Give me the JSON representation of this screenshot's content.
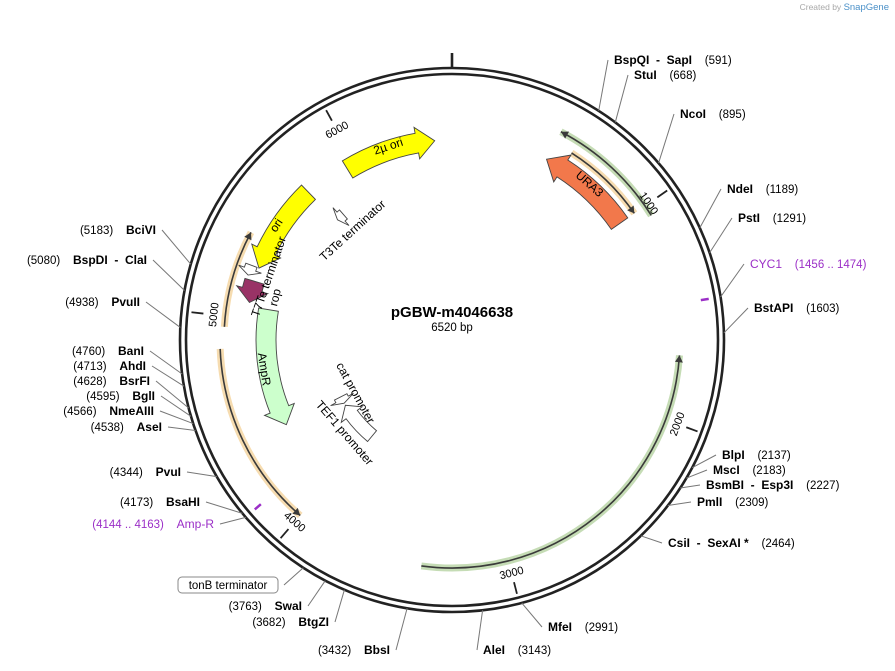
{
  "credit": {
    "prefix": "Created by",
    "brand": "SnapGene"
  },
  "plasmid": {
    "name": "pGBW-m4046638",
    "length": "6520 bp",
    "total_bp": 6520
  },
  "ticks": [
    1000,
    2000,
    3000,
    4000,
    5000,
    6000
  ],
  "features": [
    {
      "name": "URA3",
      "start": 500,
      "end": 1000,
      "direction": "ccw",
      "style": "arrow",
      "color": "#f2784b"
    },
    {
      "name": "2µ ori",
      "start": 5950,
      "end": 6430,
      "direction": "cw",
      "style": "arrow",
      "color": "#ffff00"
    },
    {
      "name": "ori",
      "start": 5260,
      "end": 5720,
      "direction": "ccw",
      "style": "arrow",
      "color": "#ffff00"
    },
    {
      "name": "rop",
      "start": 5080,
      "end": 5190,
      "direction": "ccw",
      "style": "arrow",
      "color": "#993366"
    },
    {
      "name": "AmpR",
      "start": 4400,
      "end": 5060,
      "direction": "ccw",
      "style": "arrow",
      "color": "#ccffcc"
    },
    {
      "name": "cat promoter",
      "start": 4340,
      "end": 4400,
      "direction": "ccw",
      "style": "arrow",
      "color": "#ffffff"
    },
    {
      "name": "TEF1 promoter",
      "start": 3980,
      "end": 4320,
      "direction": "cw",
      "style": "arrow",
      "color": "#ffffff"
    },
    {
      "name": "T3Te terminator",
      "start": 5730,
      "end": 5780,
      "direction": "ccw",
      "style": "arrow",
      "color": "#ffffff"
    },
    {
      "name": "T7Te terminator",
      "start": 5210,
      "end": 5260,
      "direction": "ccw",
      "style": "arrow",
      "color": "#ffffff"
    }
  ],
  "orfs": [
    {
      "start": 590,
      "end": 1000,
      "direction": "cw",
      "color": "#e69a1e"
    },
    {
      "start": 500,
      "end": 1050,
      "direction": "ccw",
      "color": "#5a9a2a"
    },
    {
      "start": 1700,
      "end": 3400,
      "direction": "ccw",
      "color": "#5a9a2a"
    },
    {
      "start": 4000,
      "end": 4850,
      "direction": "ccw",
      "color": "#e69a1e"
    },
    {
      "start": 4950,
      "end": 5400,
      "direction": "cw",
      "color": "#e69a1e"
    }
  ],
  "inner_features": [
    {
      "name": "CYC1",
      "start": 1456,
      "end": 1474
    },
    {
      "name": "Amp-R",
      "start": 4144,
      "end": 4163
    }
  ],
  "sites": [
    {
      "name": "BspQI",
      "extra": "SapI",
      "pos": "(591)",
      "bp": 591
    },
    {
      "name": "StuI",
      "pos": "(668)",
      "bp": 668
    },
    {
      "name": "NcoI",
      "pos": "(895)",
      "bp": 895
    },
    {
      "name": "NdeI",
      "pos": "(1189)",
      "bp": 1189
    },
    {
      "name": "PstI",
      "pos": "(1291)",
      "bp": 1291
    },
    {
      "name": "CYC1",
      "pos": "(1456 .. 1474)",
      "bp": 1465,
      "purple": true
    },
    {
      "name": "BstAPI",
      "pos": "(1603)",
      "bp": 1603
    },
    {
      "name": "BlpI",
      "pos": "(2137)",
      "bp": 2137
    },
    {
      "name": "MscI",
      "pos": "(2183)",
      "bp": 2183
    },
    {
      "name": "BsmBI",
      "extra": "Esp3I",
      "pos": "(2227)",
      "bp": 2227
    },
    {
      "name": "PmlI",
      "pos": "(2309)",
      "bp": 2309
    },
    {
      "name": "CsiI",
      "extra": "SexAI *",
      "pos": "(2464)",
      "bp": 2464
    },
    {
      "name": "MfeI",
      "pos": "(2991)",
      "bp": 2991
    },
    {
      "name": "AleI",
      "pos": "(3143)",
      "bp": 3143
    },
    {
      "name": "BbsI",
      "pos": "(3432)",
      "bp": 3432
    },
    {
      "name": "BtgZI",
      "pos": "(3682)",
      "bp": 3682
    },
    {
      "name": "SwaI",
      "pos": "(3763)",
      "bp": 3763
    },
    {
      "name": "tonB terminator",
      "boxed": true,
      "bp": 3860
    },
    {
      "name": "Amp-R",
      "pos": "(4144 .. 4163)",
      "bp": 4153,
      "purple": true
    },
    {
      "name": "BsaHI",
      "pos": "(4173)",
      "bp": 4173
    },
    {
      "name": "PvuI",
      "pos": "(4344)",
      "bp": 4344
    },
    {
      "name": "AseI",
      "pos": "(4538)",
      "bp": 4538
    },
    {
      "name": "NmeAIII",
      "pos": "(4566)",
      "bp": 4566
    },
    {
      "name": "BglI",
      "pos": "(4595)",
      "bp": 4595
    },
    {
      "name": "BsrFI",
      "pos": "(4628)",
      "bp": 4628
    },
    {
      "name": "AhdI",
      "pos": "(4713)",
      "bp": 4713
    },
    {
      "name": "BanI",
      "pos": "(4760)",
      "bp": 4760
    },
    {
      "name": "PvuII",
      "pos": "(4938)",
      "bp": 4938
    },
    {
      "name": "BspDI",
      "extra": "ClaI",
      "pos": "(5080)",
      "bp": 5080
    },
    {
      "name": "BciVI",
      "pos": "(5183)",
      "bp": 5183
    }
  ]
}
